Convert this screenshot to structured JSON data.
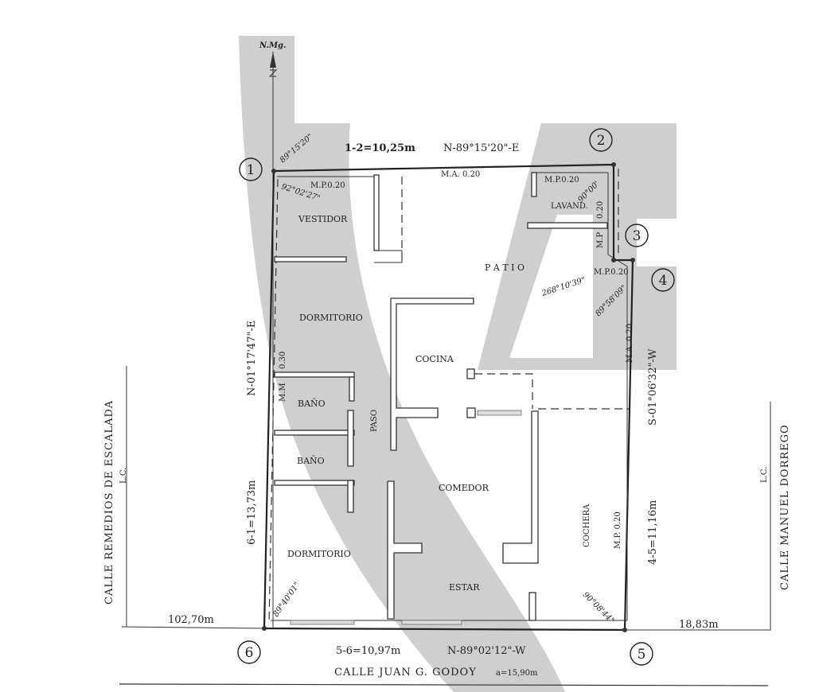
{
  "plan": {
    "north_label": "N.Mg.",
    "points": [
      "1",
      "2",
      "3",
      "4",
      "5",
      "6"
    ],
    "sides": {
      "s12": "1-2=10,25m",
      "b12": "N-89°15'20\"-E",
      "s56": "5-6=10,97m",
      "b56": "N-89°02'12\"-W",
      "s61": "6-1=13,73m",
      "b61": "N-01°17'47\"-E",
      "s45": "4-5=11,16m",
      "b45": "S-01°06'32\"-W"
    },
    "angles": {
      "a1_out": "89°15'20\"",
      "a1_in": "92°02'27\"",
      "a2": "90°00'",
      "a3": "268°10'39\"",
      "a4": "89°58'09\"",
      "a5": "90°08'44\"",
      "a6": "89°40'01\""
    },
    "walls": {
      "ma_top": "M.A. 0.20",
      "mp_top_left": "M.P.0.20",
      "mp_top_right": "M.P.0.20",
      "mp_vert_right": "0.20",
      "mp_vert_right_prefix": "M.P",
      "mp_step": "M.P.0.20",
      "ma_right": "M.A. 0.20",
      "mm_left_val": "0.30",
      "mm_left": "M.M",
      "mp_right": "M.P. 0.20"
    },
    "rooms": {
      "vestidor": "VESTIDOR",
      "lavand": "LAVAND.",
      "patio": "P A T I O",
      "dormitorio1": "DORMITORIO",
      "cocina": "COCINA",
      "bano1": "BAÑO",
      "bano2": "BAÑO",
      "paso": "PASO",
      "comedor": "COMEDOR",
      "cochera": "COCHERA",
      "dormitorio2": "DORMITORIO",
      "estar": "ESTAR"
    },
    "streets": {
      "left": "CALLE REMEDIOS DE ESCALADA",
      "right": "CALLE MANUEL DORREGO",
      "bottom": "CALLE JUAN G. GODOY",
      "bottom_width": "a=15,90m",
      "lc_left": "L.C.",
      "lc_right": "L.C.",
      "dist_left": "102,70m",
      "dist_right": "18,83m"
    }
  }
}
